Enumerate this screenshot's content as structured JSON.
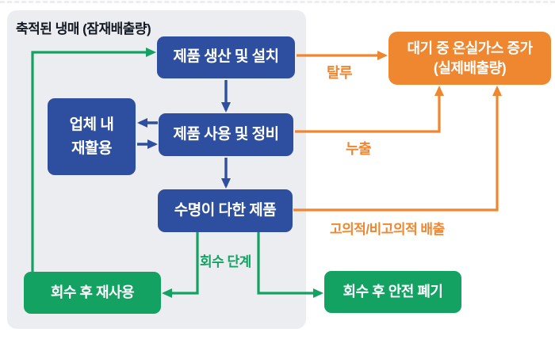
{
  "panel": {
    "title": "축적된 냉매 (잠재배출량)"
  },
  "nodes": {
    "production": {
      "label": "제품 생산 및 설치"
    },
    "internal_recycling": {
      "line1": "업체 내",
      "line2": "재활용"
    },
    "use_maintenance": {
      "label": "제품 사용 및 정비"
    },
    "end_of_life": {
      "label": "수명이 다한 제품"
    },
    "atmosphere": {
      "line1": "대기 중 온실가스 증가",
      "line2": "(실제배출량)"
    },
    "reuse": {
      "label": "회수 후 재사용"
    },
    "disposal": {
      "label": "회수 후 안전 폐기"
    }
  },
  "edge_labels": {
    "fugitive": "탈루",
    "leak": "누출",
    "intentional": "고의적/비고의적 배출",
    "recovery_stage": "회수 단계"
  },
  "colors": {
    "node_blue": "#2e4f9f",
    "node_orange": "#ef8630",
    "node_green": "#14a263",
    "panel_background": "#ebedf0",
    "title_text": "#141a24"
  }
}
